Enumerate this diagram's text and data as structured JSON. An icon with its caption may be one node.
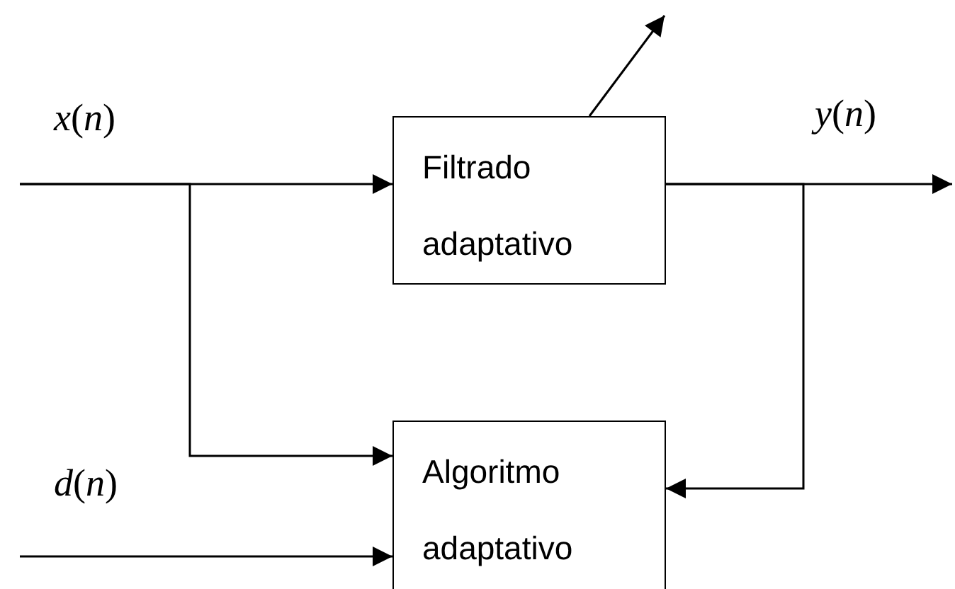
{
  "diagram": {
    "nodes": [
      {
        "text": [
          "Filtrado adaptativo"
        ]
      },
      {
        "text": [
          "Algoritmo adaptativo"
        ]
      }
    ],
    "edges": [
      {
        "from": null,
        "to": 0,
        "arrow": "to"
      },
      {
        "from": null,
        "to": 1,
        "arrow": "to"
      },
      {
        "from": 0,
        "to": null,
        "arrow": "to"
      },
      {
        "from": 0,
        "to": 1,
        "arrow": "to"
      },
      {
        "from": null,
        "to": 1,
        "arrow": "to"
      },
      {
        "from": 0,
        "to": null,
        "arrow": "to"
      }
    ],
    "labels": [
      "*x*(*n*)",
      "*y*(*n*)",
      "*d*(*n*)"
    ]
  }
}
